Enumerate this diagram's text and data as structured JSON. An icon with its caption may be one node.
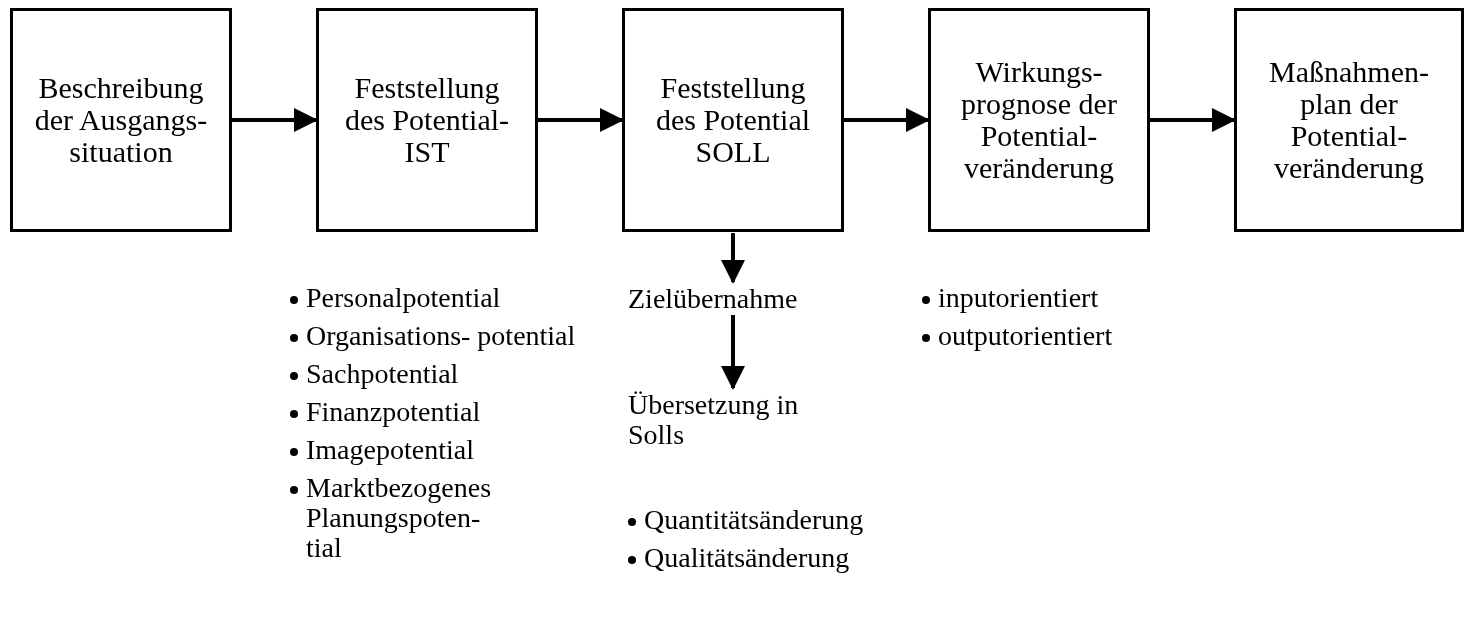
{
  "diagram": {
    "nodes": [
      {
        "text": [
          "Beschreibung der Ausgangs- situation"
        ]
      },
      {
        "text": [
          "Feststellung des Potential- IST"
        ]
      },
      {
        "text": [
          "Feststellung des Potential SOLL"
        ]
      },
      {
        "text": [
          "Wirkungs- prognose der Potential- veränderung"
        ]
      },
      {
        "text": [
          "Maßnahmen- plan der Potential- veränderung"
        ]
      },
      {
        "text": [
          "Zielübernahme"
        ]
      },
      {
        "text": [
          "Übersetzung in Solls"
        ]
      }
    ],
    "edges": [
      {
        "from": 0,
        "to": 1,
        "arrow": "to"
      },
      {
        "from": 1,
        "to": 2,
        "arrow": "to"
      },
      {
        "from": 2,
        "to": 3,
        "arrow": "to"
      },
      {
        "from": 3,
        "to": 4,
        "arrow": "to"
      },
      {
        "from": 2,
        "to": 5,
        "arrow": "to"
      },
      {
        "from": 5,
        "to": 6,
        "arrow": "to"
      }
    ],
    "labels": [
      "Personalpotential",
      "Organisations- potential",
      "Sachpotential",
      "Finanzpotential",
      "Imagepotential",
      "Marktbezogenes Planungspoten- tial",
      "inputorientiert",
      "outputorientiert",
      "Quantitätsänderung",
      "Qualitätsänderung"
    ]
  }
}
